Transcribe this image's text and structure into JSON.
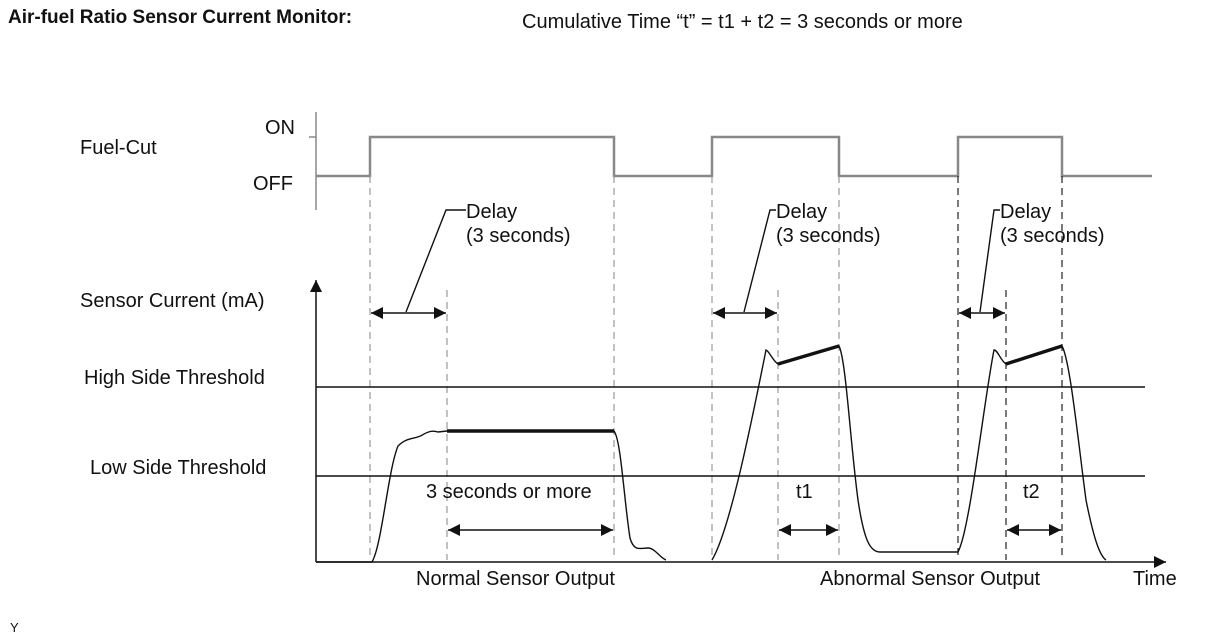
{
  "header": {
    "title": "Air-fuel Ratio Sensor Current Monitor:",
    "formula": "Cumulative Time “t” = t1 + t2 = 3 seconds or more"
  },
  "fuel_cut": {
    "label": "Fuel-Cut",
    "on_label": "ON",
    "off_label": "OFF"
  },
  "delays": [
    {
      "line1": "Delay",
      "line2": "(3 seconds)"
    },
    {
      "line1": "Delay",
      "line2": "(3 seconds)"
    },
    {
      "line1": "Delay",
      "line2": "(3 seconds)"
    }
  ],
  "sensor": {
    "y_label": "Sensor Current (mA)",
    "high_threshold": "High Side Threshold",
    "low_threshold": "Low Side Threshold"
  },
  "annotations": {
    "normal_duration": "3 seconds or more",
    "t1": "t1",
    "t2": "t2",
    "normal_output": "Normal Sensor Output",
    "abnormal_output": "Abnormal Sensor Output",
    "time_axis": "Time"
  },
  "footer_mark": "Y",
  "colors": {
    "fuel_cut_line": "#888888",
    "ink": "#111111"
  }
}
